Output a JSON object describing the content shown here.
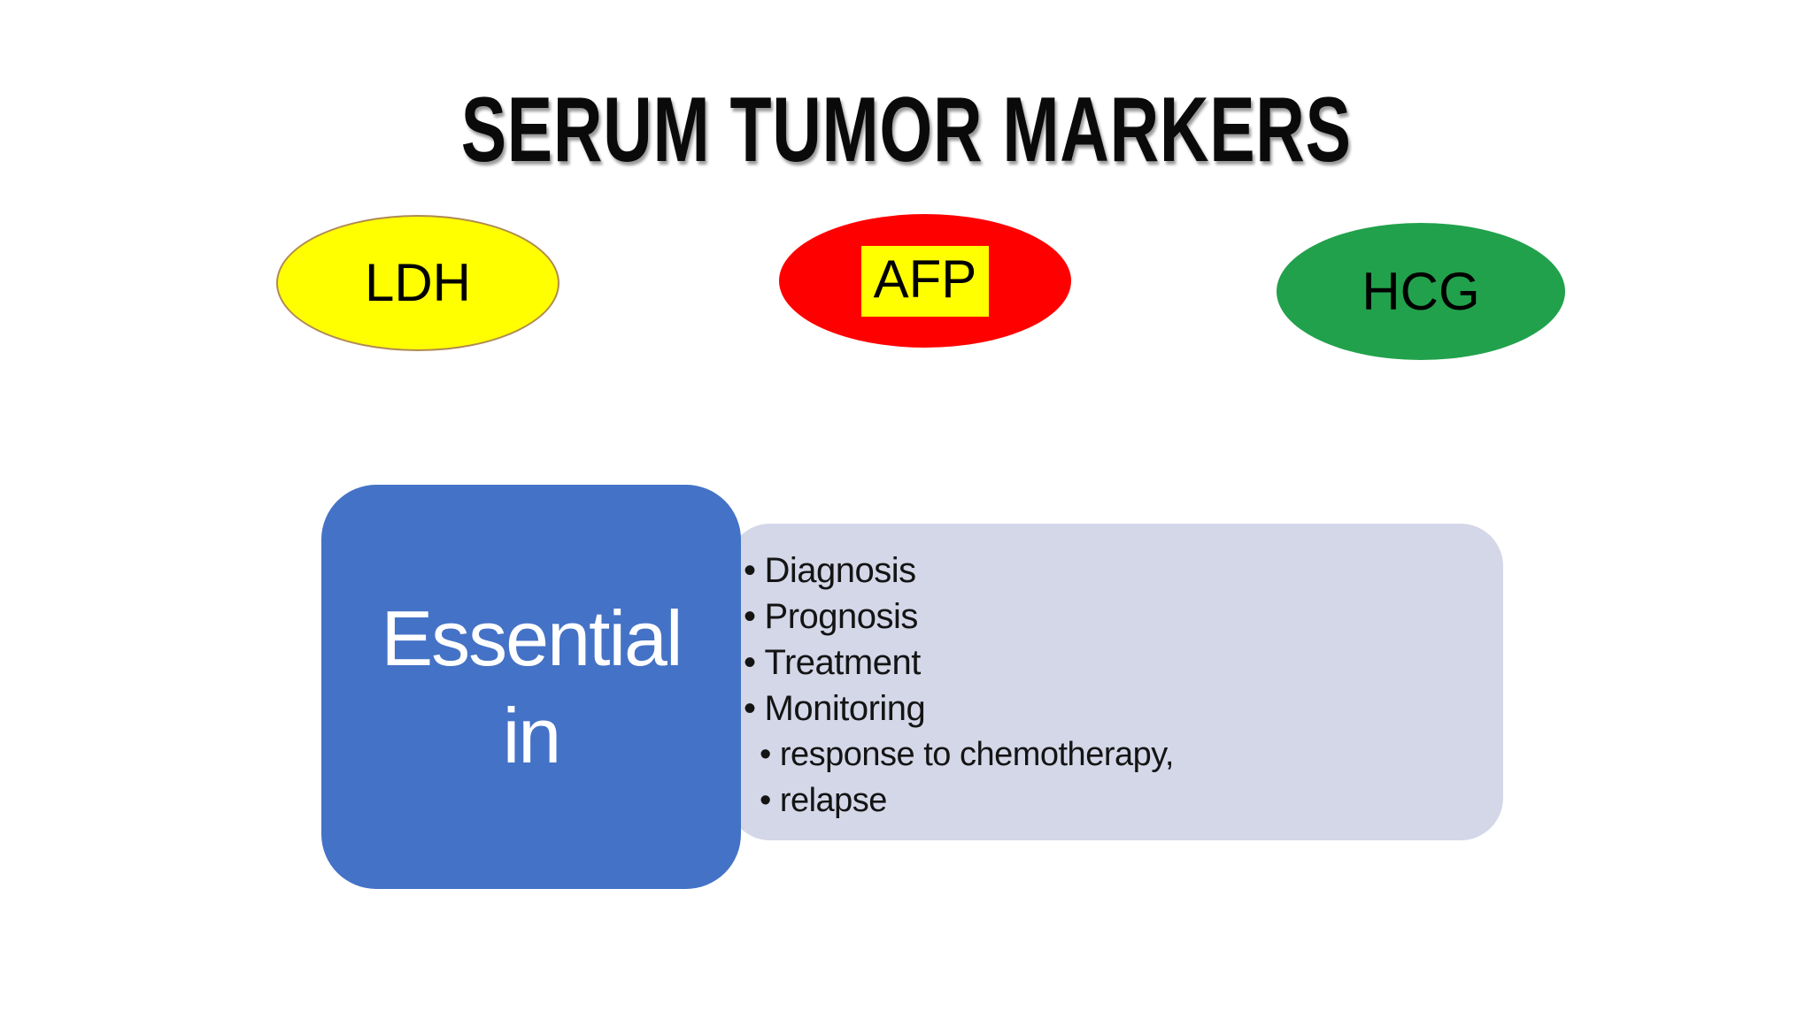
{
  "slide": {
    "title": "SERUM TUMOR MARKERS",
    "markers": [
      {
        "label": "LDH",
        "fill": "#FFFF00",
        "border": "#B08A52",
        "text_color": "#000000"
      },
      {
        "label": "AFP",
        "fill": "#FE0000",
        "highlight_fill": "#FFFF00",
        "text_color": "#000000"
      },
      {
        "label": "HCG",
        "fill": "#21A14B",
        "text_color": "#000000"
      }
    ],
    "essential": {
      "label": "Essential\nin",
      "box_fill": "#4472C6",
      "panel_fill": "#D4D7E8",
      "bullet_glyph": "•",
      "items": [
        {
          "text": "Diagnosis",
          "level": 1
        },
        {
          "text": "Prognosis",
          "level": 1
        },
        {
          "text": "Treatment",
          "level": 1
        },
        {
          "text": "Monitoring",
          "level": 1
        },
        {
          "text": "response to chemotherapy,",
          "level": 2
        },
        {
          "text": "relapse",
          "level": 2
        }
      ]
    }
  }
}
